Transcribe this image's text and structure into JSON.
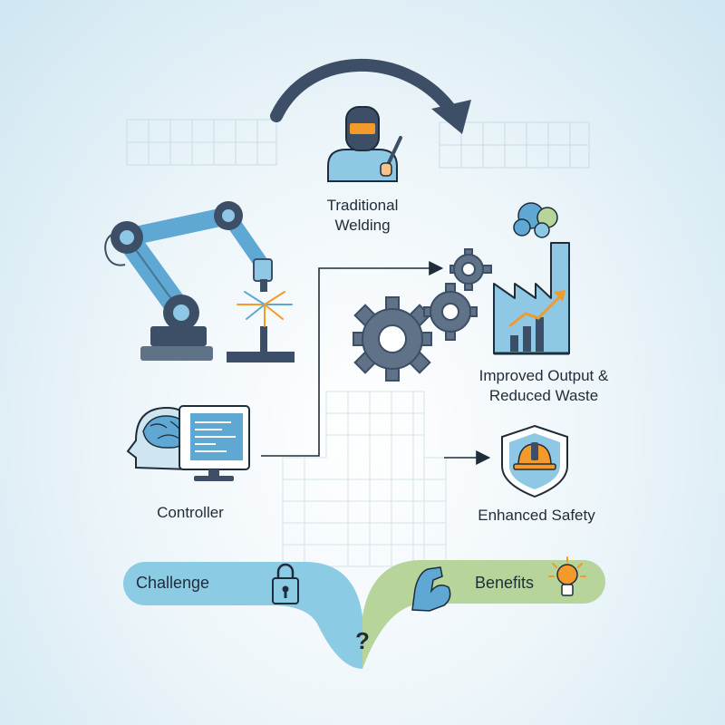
{
  "labels": {
    "traditional_welding_line1": "Traditional",
    "traditional_welding_line2": "Welding",
    "improved_output_line1": "Improved Output &",
    "improved_output_line2": "Reduced Waste",
    "controller": "Controller",
    "enhanced_safety": "Enhanced Safety",
    "challenge": "Challenge",
    "benefits": "Benefits",
    "question_mark": "?"
  },
  "colors": {
    "navy": "#3d4f66",
    "light_blue": "#8ec8e4",
    "mid_blue": "#5fa8d3",
    "challenge_band": "#8ccbe4",
    "benefits_band": "#b7d59a",
    "orange": "#f39a2a",
    "grid_line": "#c8dce6"
  },
  "icons": [
    "curved-arrow-icon",
    "welder-icon",
    "robotic-arm-icon",
    "welding-sparks-icon",
    "gear-icon",
    "factory-icon",
    "growth-chart-icon",
    "smoke-cloud-icon",
    "controller-head-brain-icon",
    "computer-monitor-icon",
    "safety-shield-icon",
    "hard-hat-icon",
    "lock-icon",
    "flexed-arm-icon",
    "lightbulb-icon",
    "question-mark-icon"
  ]
}
